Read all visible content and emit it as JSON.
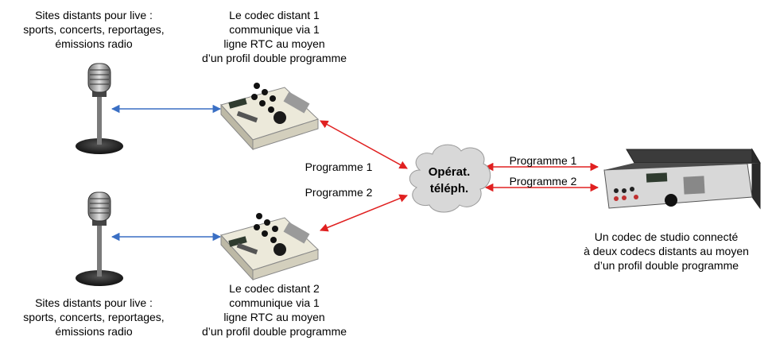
{
  "labels": {
    "site_top": [
      "Sites distants pour live :",
      "sports, concerts, reportages,",
      "émissions radio"
    ],
    "site_bottom": [
      "Sites distants pour live :",
      "sports, concerts, reportages,",
      "émissions radio"
    ],
    "codec1": [
      "Le codec distant 1",
      "communique via 1",
      "ligne RTC au moyen",
      "d’un profil double programme"
    ],
    "codec2": [
      "Le codec distant 2",
      "communique via 1",
      "ligne RTC au moyen",
      "d’un profil double programme"
    ],
    "studio": [
      "Un codec de studio connecté",
      "à deux codecs distants au moyen",
      "d’un profil double programme"
    ],
    "programme_left_1": "Programme 1",
    "programme_left_2": "Programme 2",
    "programme_right_1": "Programme 1",
    "programme_right_2": "Programme 2",
    "cloud": [
      "Opérat.",
      "téléph."
    ]
  },
  "colors": {
    "audio_link": "#3a6fc4",
    "rtc_link": "#e02020",
    "cloud_fill": "#d8d8d8",
    "device_body": "#e6e3d3"
  }
}
